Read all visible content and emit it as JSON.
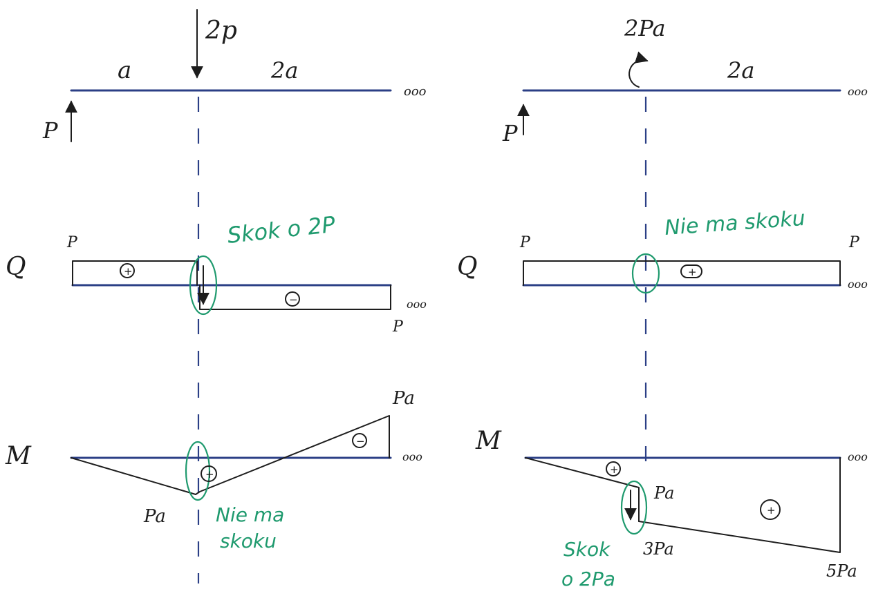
{
  "left": {
    "load_label": "2p",
    "seg1_label": "a",
    "seg2_label": "2a",
    "reaction_label": "P",
    "continuation": "ooo",
    "q": {
      "axis_label": "Q",
      "left_value": "P",
      "right_value": "P",
      "pos_sign": "+",
      "neg_sign": "−",
      "note": "Skok o 2P"
    },
    "m": {
      "axis_label": "M",
      "min_value": "Pa",
      "right_value": "Pa",
      "pos_sign": "+",
      "neg_sign": "−",
      "note_line1": "Nie ma",
      "note_line2": "skoku"
    }
  },
  "right": {
    "moment_label": "2Pa",
    "seg_label": "2a",
    "reaction_label": "P",
    "continuation": "ooo",
    "q": {
      "axis_label": "Q",
      "left_value": "P",
      "right_value": "P",
      "pos_sign": "+",
      "note": "Nie ma skoku"
    },
    "m": {
      "axis_label": "M",
      "value_mid_top": "Pa",
      "value_mid_bottom": "3Pa",
      "value_end": "5Pa",
      "pos_sign_small": "+",
      "pos_sign_large": "+",
      "note_line1": "Skok",
      "note_line2": "o 2Pa"
    }
  },
  "colors": {
    "beam": "#2b3f86",
    "ink": "#1d1d1d",
    "note": "#1f9a6e"
  }
}
